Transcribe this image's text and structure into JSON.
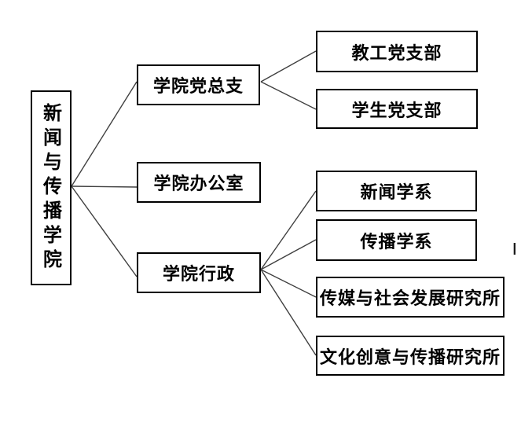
{
  "diagram": {
    "type": "org-chart",
    "background_color": "#ffffff",
    "box_border_color": "#000000",
    "text_color": "#000000",
    "connector_color": "#404040",
    "nodes": {
      "root": {
        "label": "新闻与传播学院"
      },
      "party_committee": {
        "label": "学院党总支"
      },
      "office": {
        "label": "学院办公室"
      },
      "administration": {
        "label": "学院行政"
      },
      "faculty_party_branch": {
        "label": "教工党支部"
      },
      "student_party_branch": {
        "label": "学生党支部"
      },
      "journalism_dept": {
        "label": "新闻学系"
      },
      "communication_dept": {
        "label": "传播学系"
      },
      "media_society_institute": {
        "label": "传媒与社会发展研究所"
      },
      "cultural_creativity_institute": {
        "label": "文化创意与传播研究所"
      }
    },
    "edges": [
      {
        "from": "root",
        "to": "party_committee"
      },
      {
        "from": "root",
        "to": "office"
      },
      {
        "from": "root",
        "to": "administration"
      },
      {
        "from": "party_committee",
        "to": "faculty_party_branch"
      },
      {
        "from": "party_committee",
        "to": "student_party_branch"
      },
      {
        "from": "administration",
        "to": "journalism_dept"
      },
      {
        "from": "administration",
        "to": "communication_dept"
      },
      {
        "from": "administration",
        "to": "media_society_institute"
      },
      {
        "from": "administration",
        "to": "cultural_creativity_institute"
      }
    ]
  }
}
